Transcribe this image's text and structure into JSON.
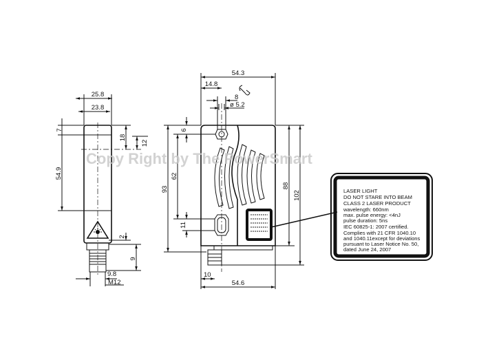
{
  "watermark": "Copy Right by The PowerSmart",
  "front_view": {
    "dims": {
      "width_outer": "25.8",
      "width_inner": "23.8",
      "top": "7",
      "body": "54.9",
      "to_axis": "18",
      "axis_offset": "12",
      "gap": "2",
      "connector": "9",
      "thread_inner": "9.8",
      "thread": "M12"
    }
  },
  "side_view": {
    "dims": {
      "width_top": "54.3",
      "hole_offset": "14.8",
      "wrench": "8",
      "hole_dia": "ø 5.2",
      "top_to_hole": "6",
      "hole_spacing": "62",
      "overall_left": "93",
      "slot": "11",
      "body_height": "88",
      "overall_height": "102",
      "connector_offset": "10",
      "width_bottom": "54.6"
    }
  },
  "laser_label": {
    "lines": [
      "LASER LIGHT",
      "DO NOT STARE INTO BEAM",
      "CLASS 2 LASER PRODUCT",
      "wavelength: 660nm",
      "max. pulse energy: <4nJ",
      "pulse duration: 5ns",
      "IEC 60825-1: 2007 certified.",
      "Complies with 21 CFR 1040.10",
      "and 1040.11except for deviations",
      "pursuant to Laser Notice No. 50,",
      "dated June 24, 2007"
    ]
  }
}
